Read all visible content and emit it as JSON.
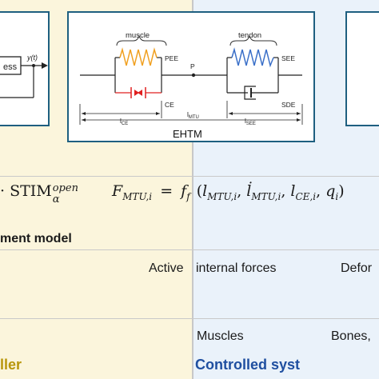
{
  "diagram": {
    "left_box": {
      "block_label": "ess",
      "output_label": "y(t)"
    },
    "ehtm": {
      "title": "EHTM",
      "muscle_label": "muscle",
      "tendon_label": "tendon",
      "pee": "PEE",
      "see": "SEE",
      "ce": "CE",
      "sde": "SDE",
      "p": "P",
      "l_ce": "l",
      "l_ce_sub": "CE",
      "l_see": "l",
      "l_see_sub": "SEE",
      "l_mtu": "l",
      "l_mtu_sub": "MTU",
      "colors": {
        "muscle_spring": "#f0a020",
        "tendon_spring": "#3a6fc8",
        "ce_element": "#e02020",
        "box_border": "#1e5f80"
      }
    },
    "equations": {
      "left_fragment": "· STIM",
      "left_sub": "α",
      "left_sup": "open",
      "rhs": "F",
      "rhs_sub": "MTU,i",
      "equals": "=",
      "f": "f",
      "f_sub": "f",
      "args_open": "(",
      "arg1": "l",
      "arg1_sub": "MTU,i",
      "comma": ",",
      "arg2": "l̇",
      "arg2_sub": "MTU,i",
      "arg3": "l",
      "arg3_sub": "CE,i",
      "arg4": "q",
      "arg4_sub": "i",
      "args_close": ")"
    },
    "row_model": {
      "text": "ment model"
    },
    "row_forces": {
      "left": "Active",
      "middle": "internal forces",
      "right": "Defor"
    },
    "row_entities": {
      "middle": "Muscles",
      "right": "Bones,"
    },
    "footer": {
      "left": "ller",
      "right": "Controlled syst",
      "left_color": "#b8960a",
      "right_color": "#1f4fa0"
    }
  }
}
